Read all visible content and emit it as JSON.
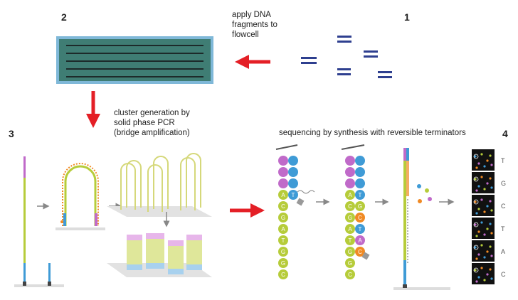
{
  "steps": {
    "one": "1",
    "two": "2",
    "three": "3",
    "four": "4"
  },
  "labels": {
    "apply": [
      "apply DNA",
      "fragments to",
      "flowcell"
    ],
    "cluster": [
      "cluster generation by",
      "solid phase PCR",
      "(bridge amplification)"
    ],
    "sequencing": "sequencing by synthesis with reversible terminators"
  },
  "bases_left": [
    "A",
    "C",
    "G",
    "A",
    "T",
    "G",
    "G",
    "C"
  ],
  "bases_right": [
    "T",
    "G",
    "C",
    "T",
    "A",
    "C"
  ],
  "read_bases": [
    "T",
    "G",
    "C",
    "T",
    "A",
    "C"
  ],
  "colors": {
    "flowcell_fill": "#3f7d74",
    "flowcell_border": "#7fb8d8",
    "arrow_red": "#e41f26",
    "fragment_blue": "#2e3f8f",
    "purple": "#c06ac9",
    "blue": "#3f9bd6",
    "green": "#b6cc3a",
    "orange": "#f08a24",
    "gray_arrow": "#888888"
  }
}
